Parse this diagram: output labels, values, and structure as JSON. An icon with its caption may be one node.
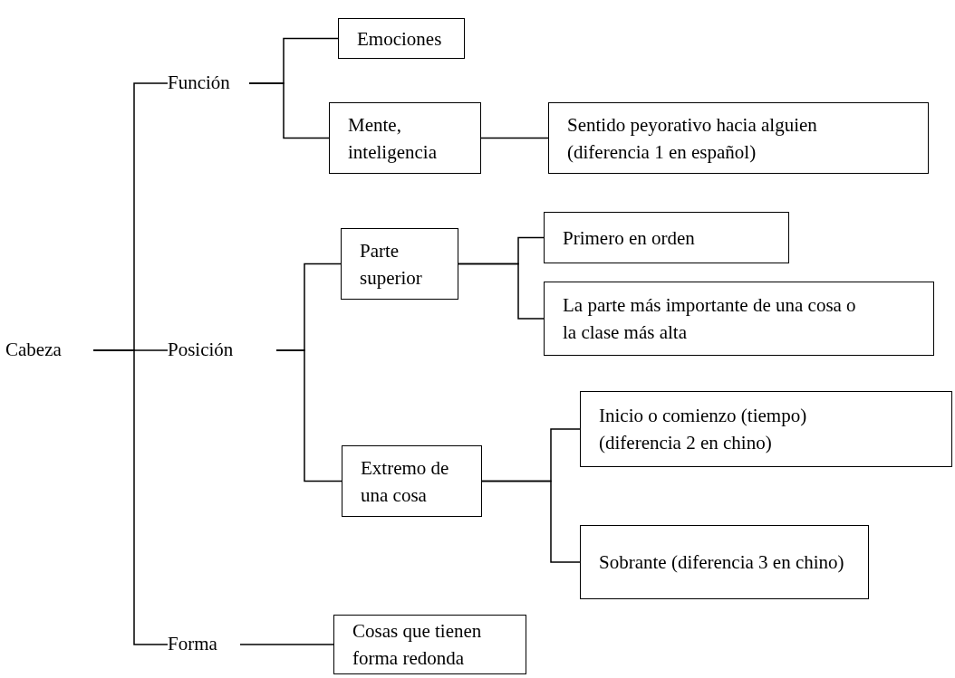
{
  "diagram": {
    "nodes": [
      {
        "text": [
          "Cabeza"
        ]
      },
      {
        "text": [
          "Función"
        ]
      },
      {
        "text": [
          "Posición"
        ]
      },
      {
        "text": [
          "Forma"
        ]
      },
      {
        "text": [
          "Emociones"
        ]
      },
      {
        "text": [
          "Mente, inteligencia"
        ]
      },
      {
        "text": [
          "Sentido peyorativo hacia alguien (diferencia 1 en español)"
        ]
      },
      {
        "text": [
          "Parte superior"
        ]
      },
      {
        "text": [
          "Extremo de una cosa"
        ]
      },
      {
        "text": [
          "Primero en orden"
        ]
      },
      {
        "text": [
          "La parte más importante de una cosa o la clase más alta"
        ]
      },
      {
        "text": [
          "Inicio o comienzo (tiempo) (diferencia 2 en chino)"
        ]
      },
      {
        "text": [
          "Sobrante (diferencia 3 en chino)"
        ]
      },
      {
        "text": [
          "Cosas que tienen forma redonda"
        ]
      }
    ],
    "edges": [
      {
        "from": 0,
        "to": 1,
        "arrow": "none"
      },
      {
        "from": 0,
        "to": 2,
        "arrow": "none"
      },
      {
        "from": 0,
        "to": 3,
        "arrow": "none"
      },
      {
        "from": 1,
        "to": 4,
        "arrow": "none"
      },
      {
        "from": 1,
        "to": 5,
        "arrow": "none"
      },
      {
        "from": 5,
        "to": 6,
        "arrow": "none"
      },
      {
        "from": 2,
        "to": 7,
        "arrow": "none"
      },
      {
        "from": 2,
        "to": 8,
        "arrow": "none"
      },
      {
        "from": 7,
        "to": 9,
        "arrow": "none"
      },
      {
        "from": 7,
        "to": 10,
        "arrow": "none"
      },
      {
        "from": 8,
        "to": 11,
        "arrow": "none"
      },
      {
        "from": 8,
        "to": 12,
        "arrow": "none"
      },
      {
        "from": 3,
        "to": 13,
        "arrow": "none"
      }
    ]
  }
}
